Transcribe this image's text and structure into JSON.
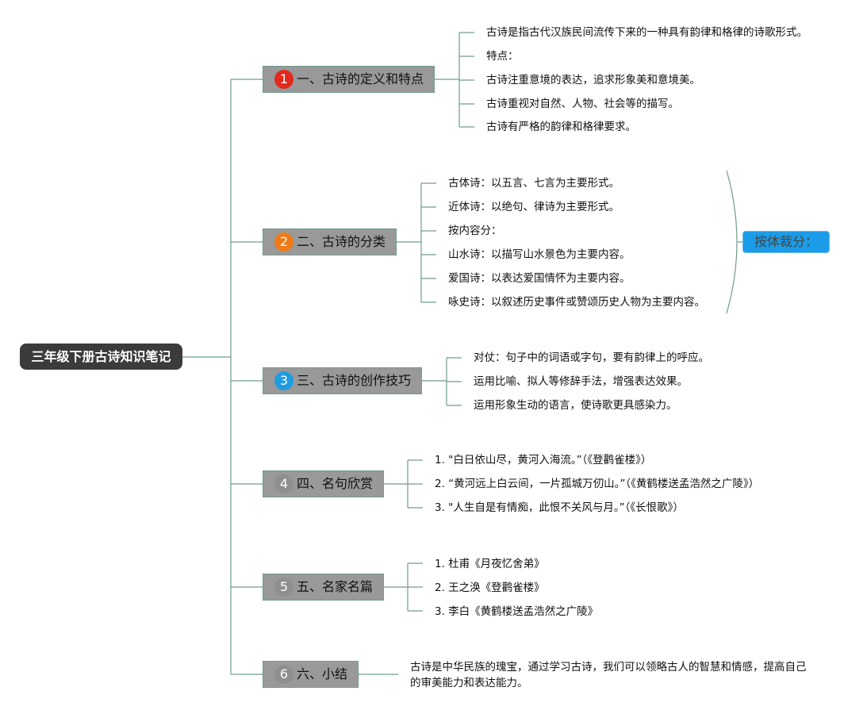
{
  "root": {
    "title": "三年级下册古诗知识笔记"
  },
  "branches": [
    {
      "num": "1",
      "num_color": "#e0291c",
      "label": "一、古诗的定义和特点",
      "items": [
        "古诗是指古代汉族民间流传下来的一种具有韵律和格律的诗歌形式。",
        "特点：",
        "古诗注重意境的表达，追求形象美和意境美。",
        "古诗重视对自然、人物、社会等的描写。",
        "古诗有严格的韵律和格律要求。"
      ]
    },
    {
      "num": "2",
      "num_color": "#f07a1a",
      "label": "二、古诗的分类",
      "items": [
        "古体诗：以五言、七言为主要形式。",
        "近体诗：以绝句、律诗为主要形式。",
        "按内容分：",
        "山水诗：以描写山水景色为主要内容。",
        "爱国诗：以表达爱国情怀为主要内容。",
        "咏史诗：以叙述历史事件或赞颂历史人物为主要内容。"
      ],
      "summary": "按体裁分："
    },
    {
      "num": "3",
      "num_color": "#1f9be0",
      "label": "三、古诗的创作技巧",
      "items": [
        "对仗：句子中的词语或字句，要有韵律上的呼应。",
        "运用比喻、拟人等修辞手法，增强表达效果。",
        "运用形象生动的语言，使诗歌更具感染力。"
      ]
    },
    {
      "num": "4",
      "num_color": "#8f8f8f",
      "label": "四、名句欣赏",
      "items": [
        "1. \"白日依山尽，黄河入海流。”（《登鹳雀楼》）",
        "2. “黄河远上白云间，一片孤城万仞山。”（《黄鹤楼送孟浩然之广陵》）",
        "3. \"人生自是有情痴，此恨不关风与月。”（《长恨歌》）"
      ]
    },
    {
      "num": "5",
      "num_color": "#8f8f8f",
      "label": "五、名家名篇",
      "items": [
        "1. 杜甫《月夜忆舍弟》",
        "2. 王之涣《登鹳雀楼》",
        "3. 李白《黄鹤楼送孟浩然之广陵》"
      ]
    },
    {
      "num": "6",
      "num_color": "#8f8f8f",
      "label": "六、小结",
      "items": [
        "古诗是中华民族的瑰宝，通过学习古诗，我们可以领略古人的智慧和情感，提高自己的审美能力和表达能力。"
      ]
    }
  ]
}
